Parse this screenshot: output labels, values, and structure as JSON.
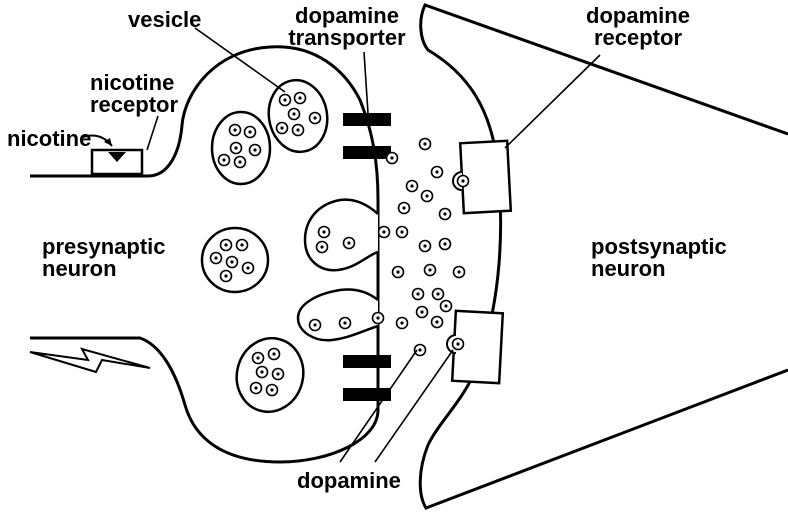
{
  "labels": {
    "vesicle": "vesicle",
    "dopamine_transporter": [
      "dopamine",
      "transporter"
    ],
    "dopamine_receptor": [
      "dopamine",
      "receptor"
    ],
    "nicotine_receptor": [
      "nicotine",
      "receptor"
    ],
    "nicotine": "nicotine",
    "presynaptic_neuron": [
      "presynaptic",
      "neuron"
    ],
    "postsynaptic_neuron": [
      "postsynaptic",
      "neuron"
    ],
    "dopamine": "dopamine"
  },
  "colors": {
    "ink": "#000000",
    "background": "#ffffff"
  },
  "icons": {
    "action_potential": "lightning-bolt-icon"
  }
}
